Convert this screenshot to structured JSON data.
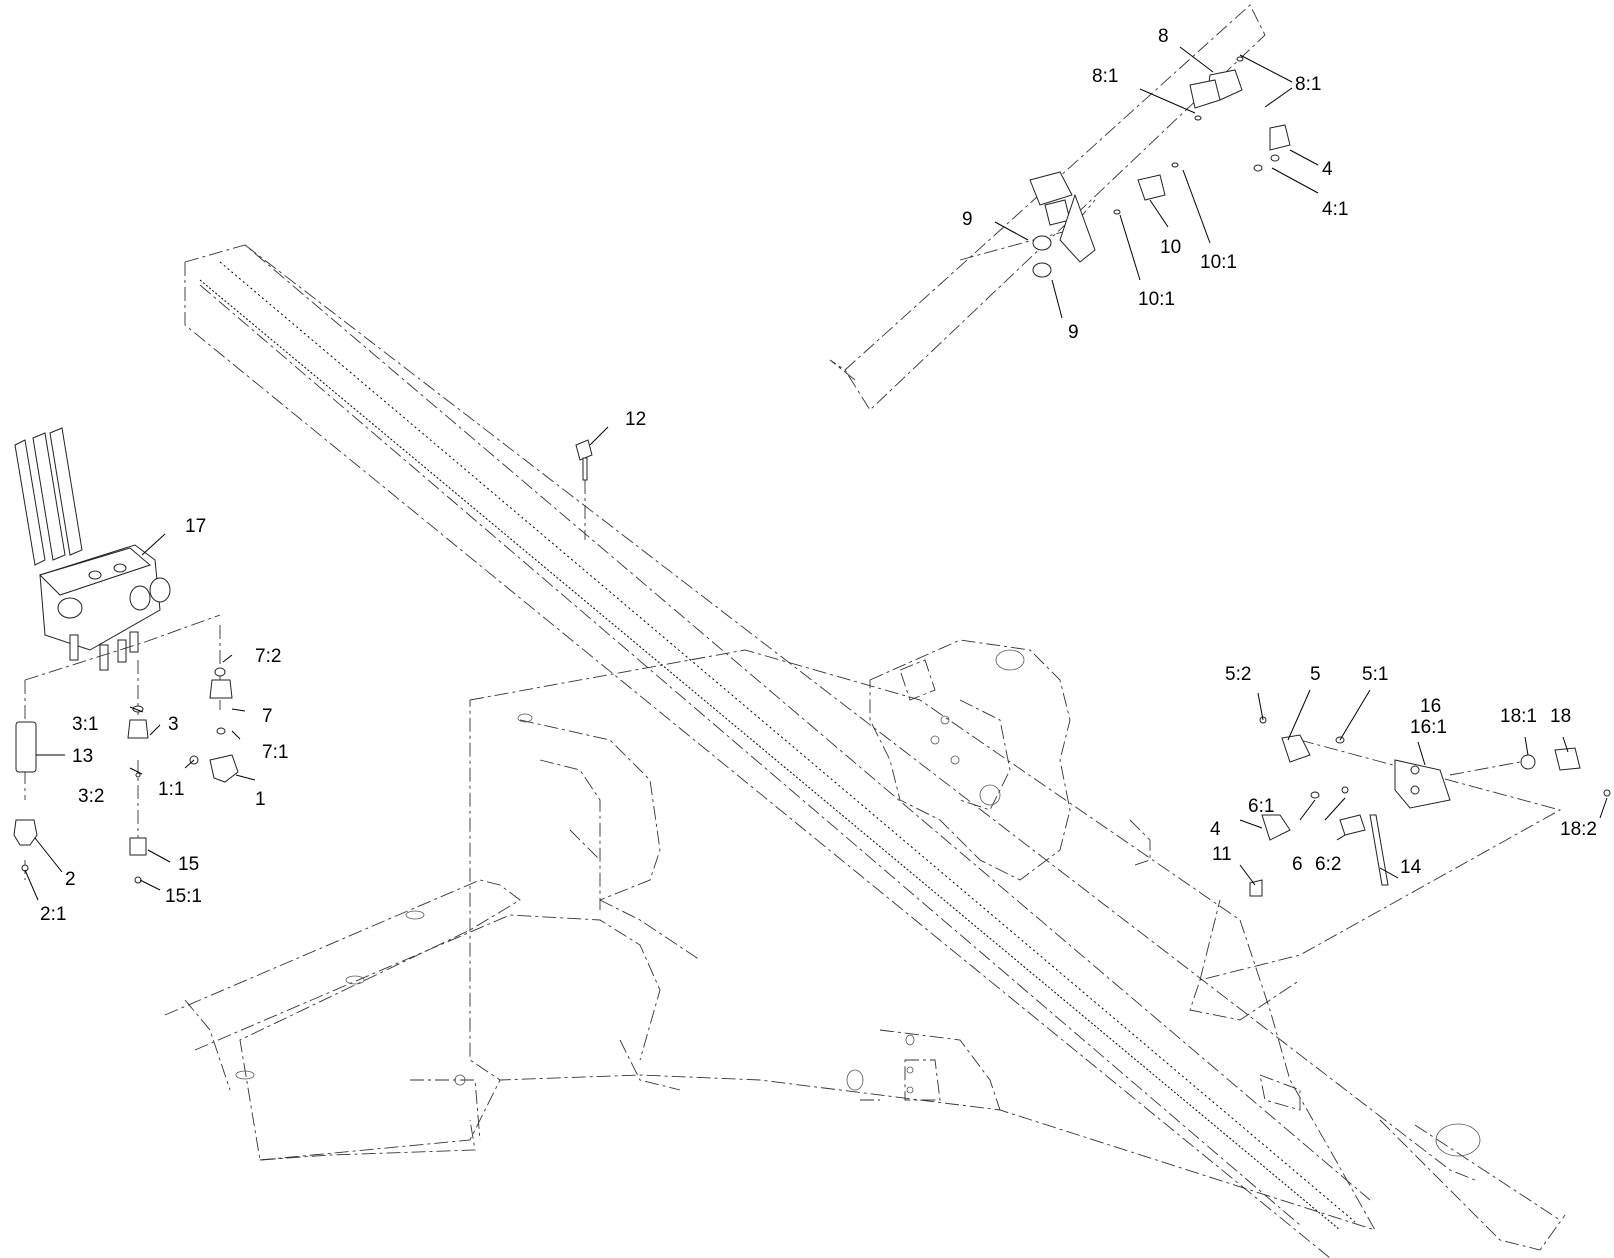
{
  "callouts": [
    {
      "id": "c-8",
      "text": "8"
    },
    {
      "id": "c-8-1a",
      "text": "8:1"
    },
    {
      "id": "c-8-1b",
      "text": "8:1"
    },
    {
      "id": "c-4-top",
      "text": "4"
    },
    {
      "id": "c-4-1",
      "text": "4:1"
    },
    {
      "id": "c-9a",
      "text": "9"
    },
    {
      "id": "c-9b",
      "text": "9"
    },
    {
      "id": "c-10",
      "text": "10"
    },
    {
      "id": "c-10-1a",
      "text": "10:1"
    },
    {
      "id": "c-10-1b",
      "text": "10:1"
    },
    {
      "id": "c-12",
      "text": "12"
    },
    {
      "id": "c-17",
      "text": "17"
    },
    {
      "id": "c-7-2",
      "text": "7:2"
    },
    {
      "id": "c-7",
      "text": "7"
    },
    {
      "id": "c-7-1",
      "text": "7:1"
    },
    {
      "id": "c-3-1",
      "text": "3:1"
    },
    {
      "id": "c-3",
      "text": "3"
    },
    {
      "id": "c-13",
      "text": "13"
    },
    {
      "id": "c-1-1",
      "text": "1:1"
    },
    {
      "id": "c-1",
      "text": "1"
    },
    {
      "id": "c-3-2",
      "text": "3:2"
    },
    {
      "id": "c-15",
      "text": "15"
    },
    {
      "id": "c-15-1",
      "text": "15:1"
    },
    {
      "id": "c-2",
      "text": "2"
    },
    {
      "id": "c-2-1",
      "text": "2:1"
    },
    {
      "id": "c-5-2",
      "text": "5:2"
    },
    {
      "id": "c-5",
      "text": "5"
    },
    {
      "id": "c-5-1",
      "text": "5:1"
    },
    {
      "id": "c-16",
      "text": "16"
    },
    {
      "id": "c-16-1",
      "text": "16:1"
    },
    {
      "id": "c-18-1",
      "text": "18:1"
    },
    {
      "id": "c-18",
      "text": "18"
    },
    {
      "id": "c-6-1",
      "text": "6:1"
    },
    {
      "id": "c-4-right",
      "text": "4"
    },
    {
      "id": "c-6",
      "text": "6"
    },
    {
      "id": "c-6-2",
      "text": "6:2"
    },
    {
      "id": "c-14",
      "text": "14"
    },
    {
      "id": "c-18-2",
      "text": "18:2"
    },
    {
      "id": "c-11",
      "text": "11"
    }
  ]
}
